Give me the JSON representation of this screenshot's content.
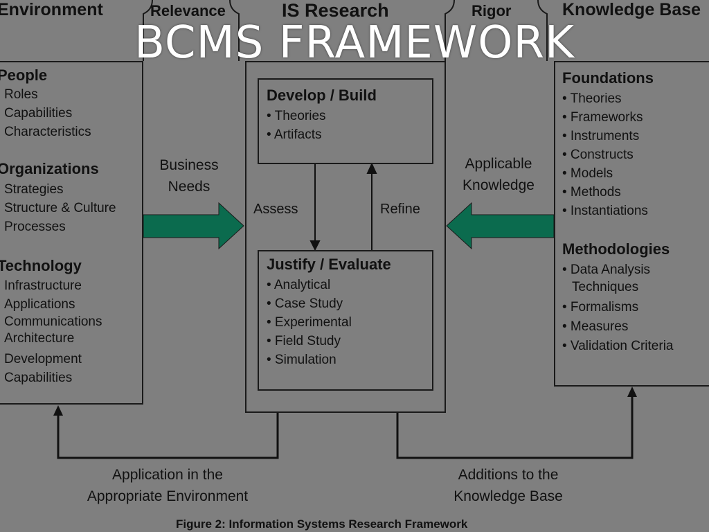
{
  "slide_title": "BCMS FRAMEWORK",
  "headers": {
    "environment": "Environment",
    "relevance": "Relevance",
    "is_research": "IS Research",
    "rigor": "Rigor",
    "knowledge_base": "Knowledge Base"
  },
  "environment": {
    "groups": [
      {
        "title": "People",
        "items": [
          "Roles",
          "Capabilities",
          "Characteristics"
        ]
      },
      {
        "title": "Organizations",
        "items": [
          "Strategies",
          "Structure & Culture",
          "Processes"
        ]
      },
      {
        "title": "Technology",
        "items": [
          "Infrastructure",
          "Applications",
          "Communications",
          "Architecture",
          "Development",
          "Capabilities"
        ]
      }
    ]
  },
  "business_needs": [
    "Business",
    "Needs"
  ],
  "applicable_knowledge": [
    "Applicable",
    "Knowledge"
  ],
  "assess": "Assess",
  "refine": "Refine",
  "develop": {
    "title": "Develop / Build",
    "items": [
      "• Theories",
      "• Artifacts"
    ]
  },
  "justify": {
    "title": "Justify / Evaluate",
    "items": [
      "• Analytical",
      "• Case Study",
      "• Experimental",
      "• Field Study",
      "• Simulation"
    ]
  },
  "knowledge": {
    "foundations": {
      "title": "Foundations",
      "items": [
        "• Theories",
        "• Frameworks",
        "• Instruments",
        "• Constructs",
        "• Models",
        "• Methods",
        "• Instantiations"
      ]
    },
    "methodologies": {
      "title": "Methodologies",
      "items": [
        "• Data Analysis",
        "Techniques",
        "• Formalisms",
        "• Measures",
        "• Validation Criteria"
      ]
    }
  },
  "bottom_left": [
    "Application in the",
    "Appropriate Environment"
  ],
  "bottom_right": [
    "Additions to the",
    "Knowledge Base"
  ],
  "caption": "Figure 2: Information Systems Research Framework",
  "colors": {
    "background": "#7f7f7f",
    "arrow_green": "#0b6b4e",
    "title": "#ffffff"
  }
}
